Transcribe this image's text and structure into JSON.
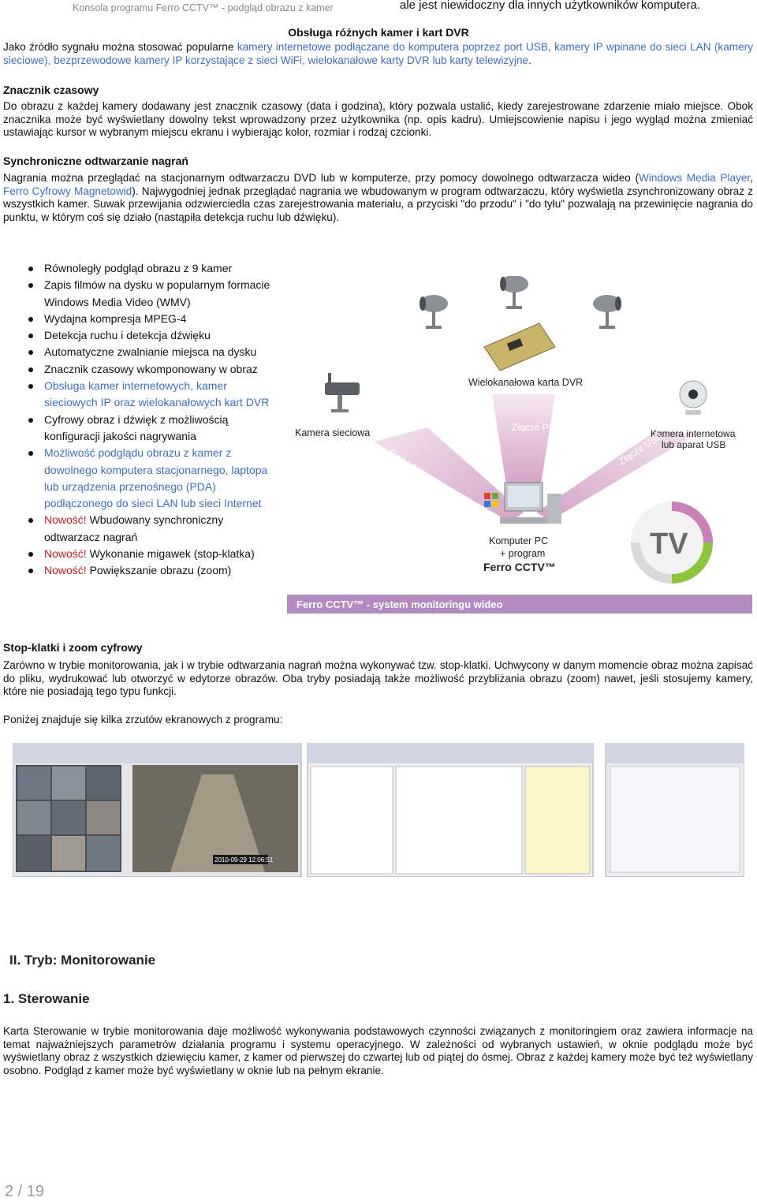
{
  "header": {
    "left": "Konsola programu Ferro CCTV™ - podgląd obrazu z kamer",
    "right": "ale jest niewidoczny dla innych użytkowników komputera."
  },
  "section1": {
    "title": "Obsługa różnych kamer i kart DVR",
    "text_pre": "Jako źródło sygnału można stosować popularne ",
    "text_link": "kamery internetowe podłączane do komputera poprzez port USB, kamery IP wpinane do sieci LAN (kamery sieciowe), bezprzewodowe kamery IP korzystające z sieci WiFi, wielokanałowe karty DVR lub karty telewizyjne",
    "text_post": "."
  },
  "section2": {
    "title": "Znacznik czasowy",
    "text": "Do obrazu z każdej kamery dodawany jest znacznik czasowy (data i godzina), który pozwala ustalić, kiedy zarejestrowane zdarzenie miało miejsce. Obok znacznika może być wyświetlany dowolny tekst wprowadzony przez użytkownika (np. opis kadru). Umiejscowienie napisu i jego wygląd można zmieniać ustawiając kursor w wybranym miejscu ekranu i wybierając kolor, rozmiar i rodzaj czcionki."
  },
  "section3": {
    "title": "Synchroniczne odtwarzanie nagrań",
    "text_a": "Nagrania można przeglądać na stacjonarnym odtwarzaczu DVD lub w komputerze, przy pomocy dowolnego odtwarzacza wideo (",
    "link1": "Windows Media Player",
    "sep": ", ",
    "link2": "Ferro Cyfrowy Magnetowid",
    "text_b": "). Najwygodniej jednak przeglądać nagrania we wbudowanym w program odtwarzaczu, który wyświetla zsynchronizowany obraz z wszystkich kamer. Suwak przewijania odzwierciedla czas zarejestrowania materiału, a przyciski \"do przodu\" i \"do tyłu\" pozwalają na przewinięcie nagrania do punktu, w którym coś się działo (nastąpiła detekcja ruchu lub dźwięku)."
  },
  "features": [
    {
      "text": "Równoległy podgląd obrazu z 9 kamer"
    },
    {
      "text": "Zapis filmów na dysku w popularnym formacie Windows Media Video (WMV)"
    },
    {
      "text": "Wydajna kompresja MPEG-4"
    },
    {
      "text": "Detekcja ruchu i detekcja dźwięku"
    },
    {
      "text": "Automatyczne zwalnianie miejsca na dysku"
    },
    {
      "text": "Znacznik czasowy wkomponowany w obraz"
    },
    {
      "link": "Obsługa kamer internetowych, kamer sieciowych IP oraz wielokanałowych kart DVR"
    },
    {
      "text": "Cyfrowy obraz i dźwięk z możliwością konfiguracji jakości nagrywania"
    },
    {
      "link": "Możliwość podglądu obrazu z kamer z dowolnego komputera stacjonarnego, laptopa lub urządzenia przenośnego (PDA) podłączonego do sieci LAN lub sieci Internet"
    },
    {
      "new": "Nowość!",
      "text": " Wbudowany synchroniczny odtwarzacz nagrań"
    },
    {
      "new": "Nowość!",
      "text": " Wykonanie migawek (stop-klatka)"
    },
    {
      "new": "Nowość!",
      "text": " Powiększanie obrazu (zoom)"
    }
  ],
  "diagram": {
    "card_label": "Wielokanałowa karta DVR",
    "net_cam_label": "Kamera sieciowa",
    "web_cam_label_1": "Kamera internetowa",
    "web_cam_label_2": "lub aparat USB",
    "pci_label": "Złącze PCI",
    "lan_label": "Sieć LAN/WAN",
    "usb_label": "Złącze USB",
    "pc_label_1": "Komputer PC",
    "pc_label_2": "+ program",
    "pc_label_3": "Ferro CCTV™",
    "tv_label": "TV",
    "caption": "Ferro CCTV™ - system monitoringu wideo"
  },
  "section4": {
    "title": "Stop-klatki i zoom cyfrowy",
    "text": "Zarówno w trybie monitorowania, jak i w trybie odtwarzania nagrań można wykonywać tzw. stop-klatki. Uchwycony w danym momencie obraz można zapisać do pliku, wydrukować lub otworzyć w edytorze obrazów. Oba tryby posiadają także możliwość przybliżania obrazu (zoom) nawet, jeśli stosujemy kamery, które nie posiadają tego typu funkcji.",
    "intro": "Poniżej znajduje się kilka zrzutów ekranowych z programu:"
  },
  "screenshots": {
    "timestamp": "2010-09-29 12:06:51"
  },
  "section5": {
    "heading_roman": "II. Tryb: Monitorowanie",
    "heading_num": "1. Sterowanie",
    "text": "Karta Sterowanie w trybie monitorowania daje możliwość wykonywania podstawowych czynności związanych z monitoringiem oraz zawiera informacje na temat najważniejszych parametrów działania programu i systemu operacyjnego. W zależności od wybranych ustawień, w oknie podglądu może być wyświetlany obraz z wszystkich dziewięciu kamer, z kamer od pierwszej do czwartej lub od piątej do ósmej. Obraz z każdej kamery może być też wyświetlany osobno. Podgląd z kamer może być wyświetlany w oknie lub na pełnym ekranie."
  },
  "footer": {
    "page": "2 / 19"
  },
  "colors": {
    "link": "#3c6fc9",
    "new": "#d11a1a",
    "caption_bg": "#b38bc0"
  }
}
